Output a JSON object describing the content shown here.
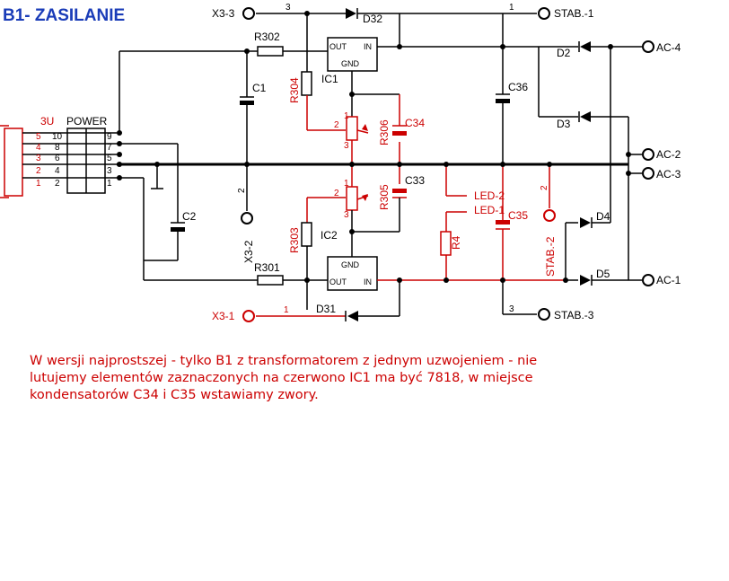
{
  "title": "B1- ZASILANIE",
  "note": [
    "W wersji najprostszej - tylko B1 z transformatorem z jednym uzwojeniem - nie",
    "lutujemy elementów zaznaczonych na czerwono IC1 ma być 7818, w miejsce",
    "kondensatorów C34 i C35 wstawiamy zwory."
  ],
  "connector": {
    "name_left": "3U",
    "name_right": "POWER",
    "left_pins": [
      "5",
      "4",
      "3",
      "2",
      "1"
    ],
    "mid_pins": [
      "10",
      "8",
      "6",
      "4",
      "2"
    ],
    "right_pins": [
      "9",
      "7",
      "5",
      "3",
      "1"
    ]
  },
  "terminals": {
    "x3_3": "X3-3",
    "x3_2": "X3-2",
    "x3_1": "X3-1",
    "stab_1": "STAB.-1",
    "stab_2": "STAB.-2",
    "stab_3": "STAB.-3",
    "ac_4": "AC-4",
    "ac_2": "AC-2",
    "ac_3": "AC-3",
    "ac_1": "AC-1"
  },
  "pin_numbers": {
    "x3_3": "3",
    "x3_2": "2",
    "x3_1": "1",
    "stab_1": "1",
    "stab_2": "2",
    "stab_3": "3",
    "pot_top_1": "1",
    "pot_top_2": "2",
    "pot_top_3": "3",
    "pot_bot_1": "1",
    "pot_bot_2": "2",
    "pot_bot_3": "3"
  },
  "components": {
    "r302": "R302",
    "r304": "R304",
    "r306": "R306",
    "r301": "R301",
    "r303": "R303",
    "r305": "R305",
    "r4": "R4",
    "c1": "C1",
    "c2": "C2",
    "c34": "C34",
    "c33": "C33",
    "c36": "C36",
    "c35": "C35",
    "ic1": "IC1",
    "ic2": "IC2",
    "d32": "D32",
    "d31": "D31",
    "d2": "D2",
    "d3": "D3",
    "d4": "D4",
    "d5": "D5",
    "led1": "LED-1",
    "led2": "LED-2"
  },
  "regulator_pins": {
    "out": "OUT",
    "in": "IN",
    "gnd": "GND"
  }
}
